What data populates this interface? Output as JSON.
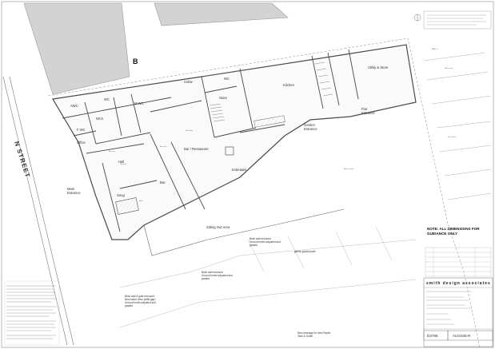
{
  "drawing": {
    "street_label": "N STREET",
    "section_marker": "B",
    "rooms": {
      "awc": "AWC",
      "wc_top": "WC",
      "m_wc": "M WC",
      "wcs": "WCs",
      "f_wc": "F WC",
      "office": "Office",
      "cellar": "Cellar",
      "wc_small": "WC",
      "store": "Store",
      "kitchen": "Kitchen",
      "utility_store": "Utility & Store",
      "flat_entrance": "Flat\nEntrance",
      "garden_entrance": "Garden\nEntrance",
      "bar_restaurant": "Bar / Restaurant",
      "hall": "Hall",
      "bar": "Bar",
      "snug": "Snug",
      "extension": "Extension",
      "main_entrance": "Main\nEntrance",
      "sitting_out_area": "Sitting Out Area"
    },
    "annotations": {
      "brick_wall_1": "Brick wall removed\nGround levels adjusted and\ngraded",
      "brick_wall_2": "Brick wall removed\nGround levels adjusted and\ngraded",
      "brick_wall_gate": "Brick wall & gate removed\nNew stone drive (cliffs gap)\nGround levels adjusted and\ngraded",
      "gentle_path": "gentle graded path",
      "new_drainage": "New drainage for New Septic\nTank & Outlet"
    }
  },
  "notes": {
    "dimensions_note": "NOTE: ALL DIMENSIONS FOR\nGUIDANCE ONLY"
  },
  "title_block": {
    "company": "smith design associates",
    "drawing_number": "D3786",
    "revision_code": "AUG035-R"
  },
  "colors": {
    "line": "#4a4a4a",
    "hatch": "#bfbfbf",
    "building_fill": "#d4d4d4"
  }
}
